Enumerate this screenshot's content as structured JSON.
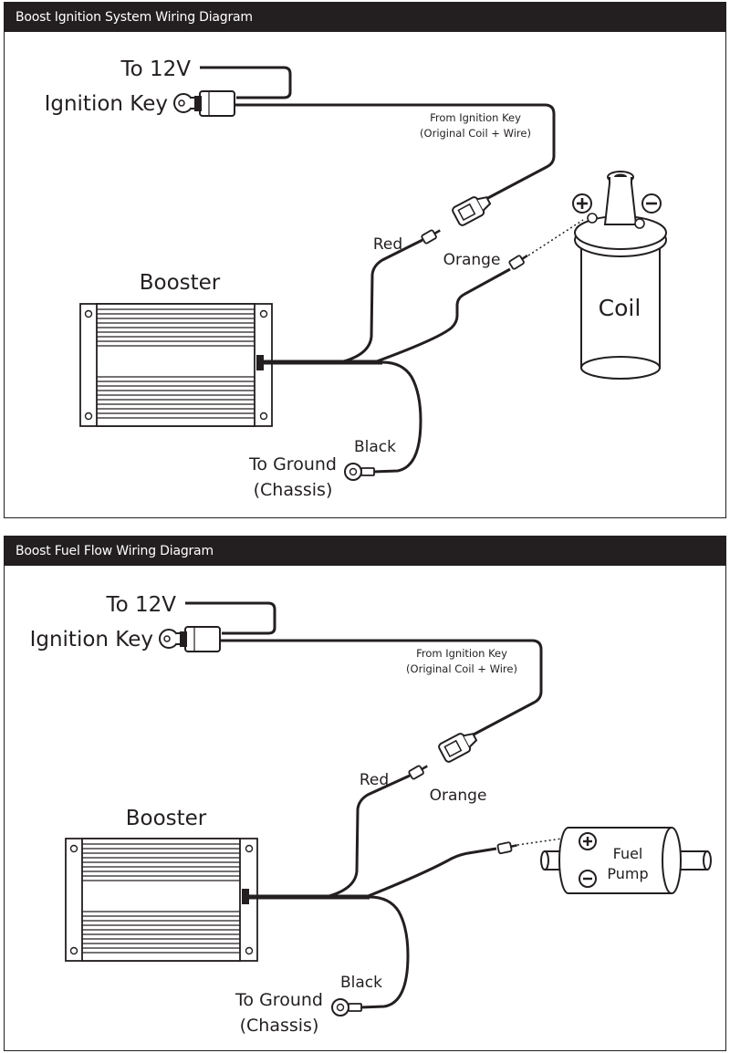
{
  "diagrams": [
    {
      "title": "Boost Ignition System Wiring Diagram",
      "to_12v": "To 12V",
      "ignition_key": "Ignition Key",
      "from_ignition_line1": "From Ignition Key",
      "from_ignition_line2": "(Original Coil + Wire)",
      "red": "Red",
      "orange": "Orange",
      "booster": "Booster",
      "black": "Black",
      "to_ground": "To Ground",
      "chassis": "(Chassis)",
      "coil": "Coil"
    },
    {
      "title": "Boost Fuel Flow Wiring Diagram",
      "to_12v": "To 12V",
      "ignition_key": "Ignition Key",
      "from_ignition_line1": "From Ignition Key",
      "from_ignition_line2": "(Original Coil + Wire)",
      "red": "Red",
      "orange": "Orange",
      "booster": "Booster",
      "black": "Black",
      "to_ground": "To Ground",
      "chassis": "(Chassis)",
      "fuel_line1": "Fuel",
      "fuel_line2": "Pump"
    }
  ]
}
